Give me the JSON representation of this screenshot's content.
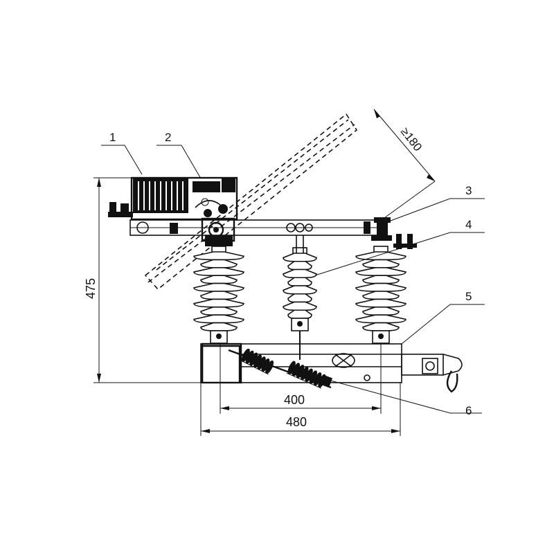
{
  "diagram": {
    "callouts": [
      "1",
      "2",
      "3",
      "4",
      "5",
      "6"
    ],
    "dimensions": {
      "height": "475",
      "clearance": "≥180",
      "inner_width": "400",
      "outer_width": "480"
    },
    "colors": {
      "line": "#111111",
      "background": "#ffffff"
    }
  }
}
